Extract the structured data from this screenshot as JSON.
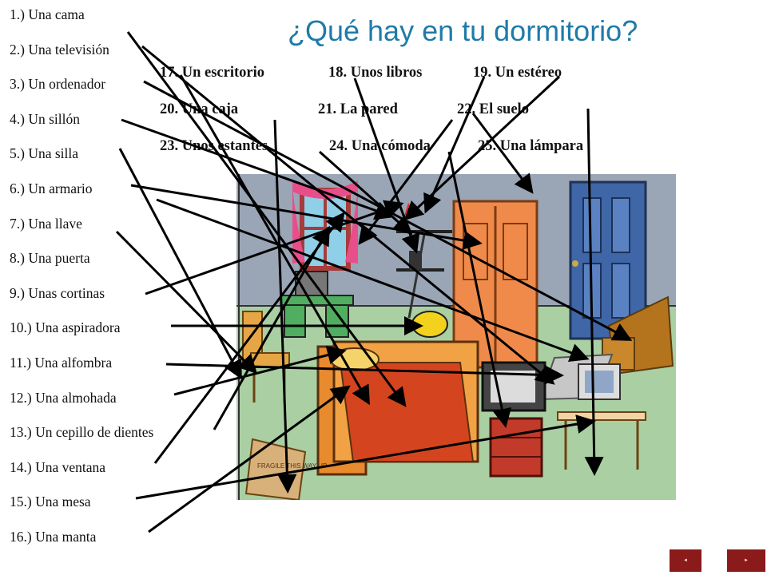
{
  "title": "¿Qué hay en tu dormitorio?",
  "vocab_left": [
    "1.) Una cama",
    "2.) Una televisión",
    "3.) Un ordenador",
    "4.) Un sillón",
    "5.) Una silla",
    "6.) Un armario",
    "7.) Una llave",
    "8.) Una puerta",
    "9.) Unas cortinas",
    "10.) Una aspiradora",
    "11.) Una alfombra",
    "12.) Una almohada",
    "13.) Un cepillo de dientes",
    "14.) Una ventana",
    "15.) Una mesa",
    "16.) Una manta"
  ],
  "vocab_top": [
    [
      "17. Un escritorio",
      "18. Unos libros",
      "19. Un estéreo"
    ],
    [
      "20. Una caja",
      "21. La pared",
      "22. El suelo"
    ],
    [
      "23. Unos estantes",
      "24. Una cómoda",
      "25. Una lámpara"
    ]
  ],
  "box_label": "FRAGILE THIS WAY UP",
  "nav": {
    "back_label": "◄",
    "next_label": "►"
  },
  "colors": {
    "title": "#1f7ba8",
    "wall": "#9aa6b6",
    "floor": "#a9cfa3",
    "wardrobe": "#f08a4b",
    "door": "#3f66a6",
    "nav_button": "#8b1a1a"
  }
}
